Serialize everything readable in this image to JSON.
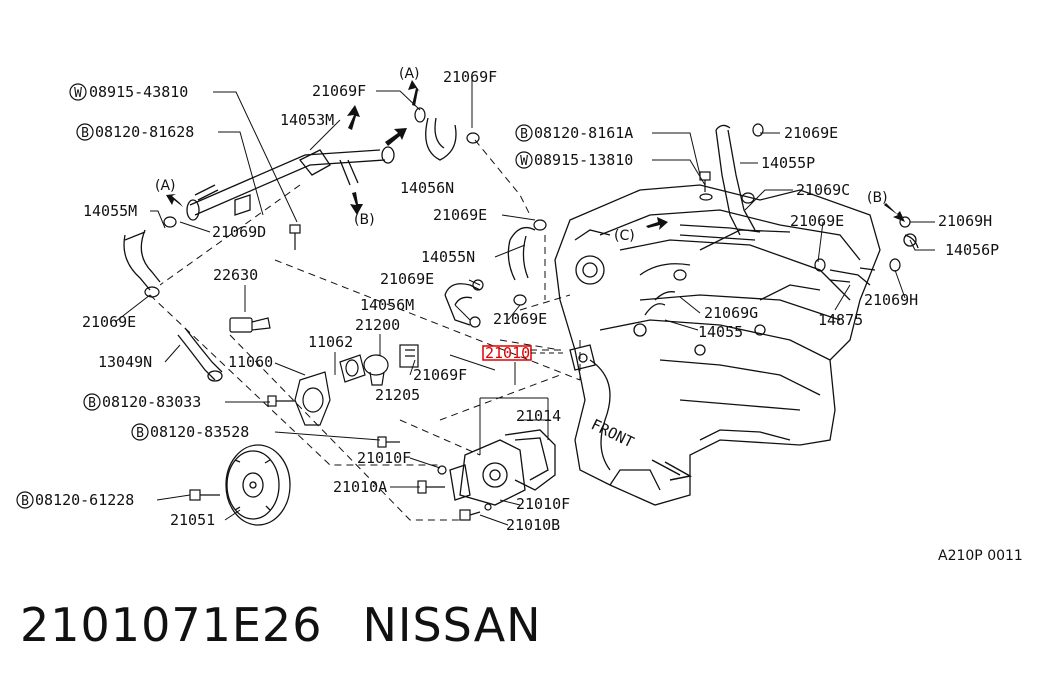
{
  "callouts": {
    "p08915_43810": "08915-43810",
    "p08120_81628": "08120-81628",
    "p14053M": "14053M",
    "p21069F_a": "21069F",
    "p21069F_b": "21069F",
    "p21069F_c": "21069F",
    "p14056N": "14056N",
    "p08120_8161A": "08120-8161A",
    "p21069E_a": "21069E",
    "p21069E_b": "21069E",
    "p21069E_c": "21069E",
    "p21069E_d": "21069E",
    "p21069E_e": "21069E",
    "p21069E_f": "21069E",
    "p08915_13810": "08915-13810",
    "p14055P": "14055P",
    "p21069C": "21069C",
    "p21069H_a": "21069H",
    "p21069H_b": "21069H",
    "p14056P": "14056P",
    "p14055M": "14055M",
    "p21069D": "21069D",
    "p14055N": "14055N",
    "p22630": "22630",
    "p14056M": "14056M",
    "p21069G": "21069G",
    "p14055": "14055",
    "p14875": "14875",
    "p13049N": "13049N",
    "p11062": "11062",
    "p21200": "21200",
    "p21010_highlight": "21010",
    "p11060": "11060",
    "p21205": "21205",
    "p08120_83033": "08120-83033",
    "p21014": "21014",
    "p08120_83528": "08120-83528",
    "p21010F_a": "21010F",
    "p21010F_b": "21010F",
    "p21010A": "21010A",
    "p08120_61228": "08120-61228",
    "p21010B": "21010B",
    "p21051": "21051"
  },
  "prefix": {
    "W": "W",
    "B": "B"
  },
  "refs": {
    "A": "(A)",
    "B": "(B)",
    "C": "(C)"
  },
  "front_label": "FRONT",
  "diagram_code": "A210P 0011",
  "caption": {
    "part_number": "2101071E26",
    "brand": "NISSAN"
  },
  "colors": {
    "ink": "#111111",
    "highlight": "#e00000",
    "background": "#ffffff"
  }
}
